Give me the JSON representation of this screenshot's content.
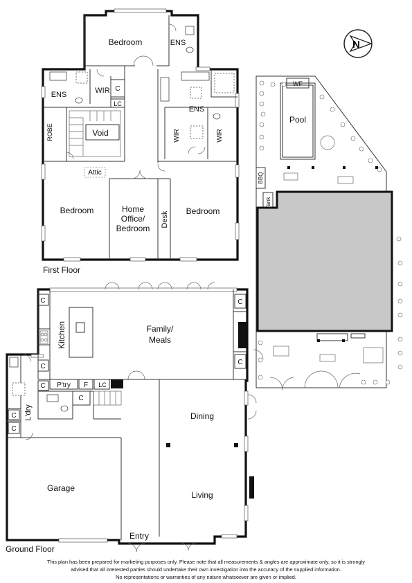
{
  "floors": {
    "first": "First Floor",
    "ground": "Ground Floor"
  },
  "rooms_first": {
    "bedroom_top": "Bedroom",
    "ens_top": "ENS",
    "ens_left": "ENS",
    "wir_left": "WIR",
    "c_left": "C",
    "lc_left": "LC",
    "void": "Void",
    "robe": "ROBE",
    "attic": "Attic",
    "ens_right": "ENS",
    "wir_right_1": "WIR",
    "wir_right_2": "WIR",
    "bedroom_left": "Bedroom",
    "home_office_1": "Home",
    "home_office_2": "Office/",
    "home_office_3": "Bedroom",
    "desk": "Desk",
    "bedroom_right": "Bedroom"
  },
  "rooms_ground": {
    "kitchen": "Kitchen",
    "family_1": "Family/",
    "family_2": "Meals",
    "pantry": "P'try",
    "f": "F",
    "lc": "LC",
    "c_a": "C",
    "c_b": "C",
    "c_c": "C",
    "c_d": "C",
    "c_e": "C",
    "c_f": "C",
    "c_g": "C",
    "c_h": "C",
    "laundry": "L'dry",
    "dining": "Dining",
    "garage": "Garage",
    "living": "Living",
    "entry": "Entry"
  },
  "site": {
    "wf": "WF",
    "pool": "Pool",
    "bbq": "BBQ",
    "tank": "Tank",
    "north": "N"
  },
  "disclaimer": {
    "line1": "This plan has been prepared for marketing purposes only. Please note that all measurements & angles are approximate only, so it is strongly",
    "line2": "advised that all interested parties should undertake their own investigation into the accuracy of the supplied information.",
    "line3": "No representations or warranties of any nature whatsoever are given or implied."
  }
}
